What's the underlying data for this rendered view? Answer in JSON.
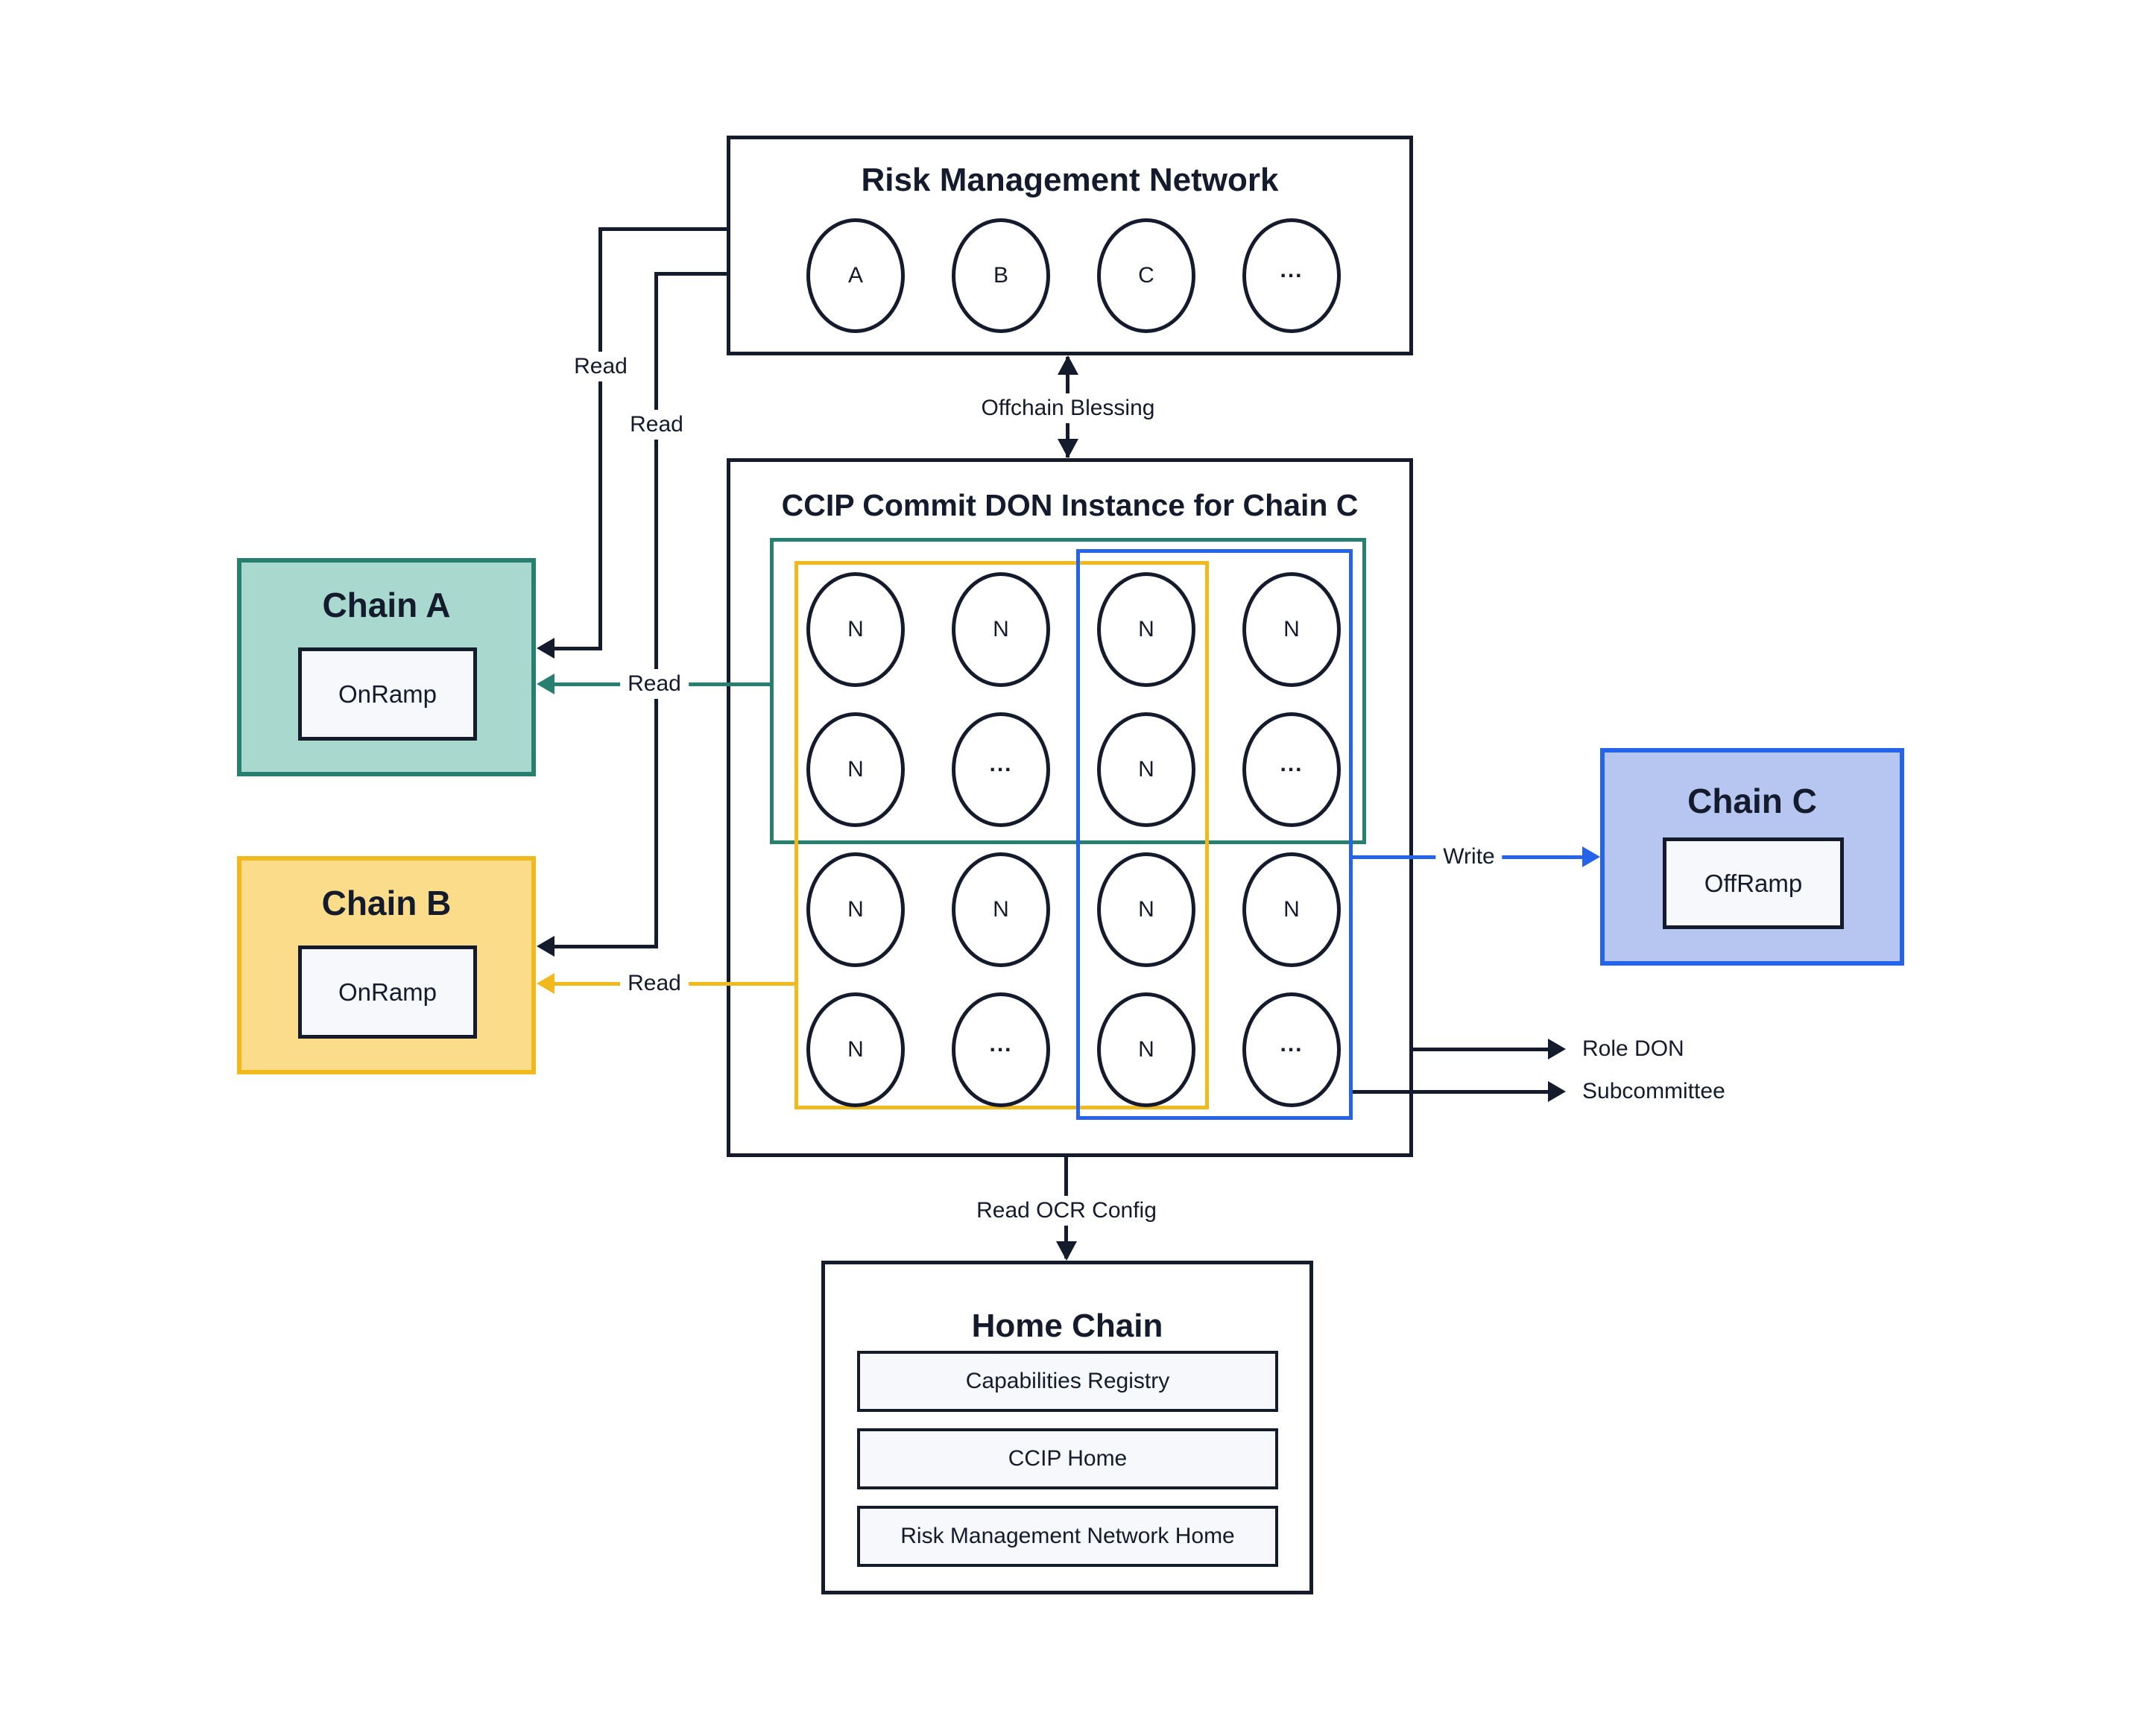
{
  "colors": {
    "navy": "#131b2c",
    "teal_border": "#27806f",
    "teal_fill": "#a8d8ce",
    "gold_border": "#f2b91c",
    "gold_fill": "#fbdc8b",
    "blue_border": "#2563eb",
    "blue_fill": "#b7c5f1",
    "panel_fill": "#f7f8fc",
    "background": "#ffffff"
  },
  "rmn": {
    "title": "Risk Management Network",
    "nodes": [
      "A",
      "B",
      "C",
      "..."
    ]
  },
  "ccip": {
    "title": "CCIP Commit DON Instance for Chain C",
    "nodes": [
      "N",
      "N",
      "N",
      "N",
      "N",
      "...",
      "N",
      "...",
      "N",
      "N",
      "N",
      "N",
      "N",
      "...",
      "N",
      "..."
    ]
  },
  "chain_a": {
    "title": "Chain A",
    "contract": "OnRamp"
  },
  "chain_b": {
    "title": "Chain B",
    "contract": "OnRamp"
  },
  "chain_c": {
    "title": "Chain C",
    "contract": "OffRamp"
  },
  "home_chain": {
    "title": "Home Chain",
    "contracts": [
      "Capabilities Registry",
      "CCIP Home",
      "Risk Management Network Home"
    ]
  },
  "edges": {
    "read_rmn_to_chain_a": "Read",
    "read_rmn_to_chain_b": "Read",
    "read_don_to_chain_a": "Read",
    "read_don_to_chain_b": "Read",
    "offchain_blessing": "Offchain Blessing",
    "write_to_chain_c": "Write",
    "role_don": "Role DON",
    "subcommittee": "Subcommittee",
    "read_ocr_config": "Read OCR Config"
  }
}
